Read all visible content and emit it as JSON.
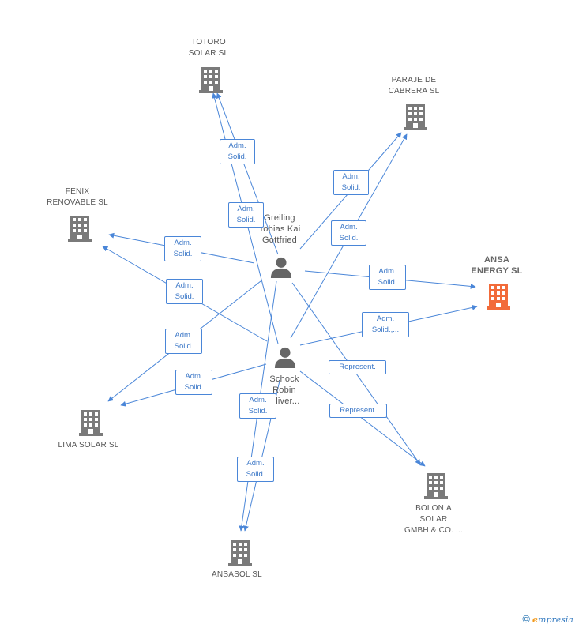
{
  "colors": {
    "edge": "#4a86d8",
    "company": "#7a7a7a",
    "company_main": "#f26b3a",
    "person": "#666666",
    "label_text": "#3b77c7"
  },
  "nodes": {
    "totoro": {
      "name": "TOTORO\nSOLAR SL",
      "icon": "building-icon"
    },
    "paraje": {
      "name": "PARAJE DE\nCABRERA SL",
      "icon": "building-icon"
    },
    "fenix": {
      "name": "FENIX\nRENOVABLE SL",
      "icon": "building-icon"
    },
    "ansa": {
      "name": "ANSA\nENERGY SL",
      "icon": "building-icon"
    },
    "lima": {
      "name": "LIMA SOLAR SL",
      "icon": "building-icon"
    },
    "bolonia": {
      "name": "BOLONIA\nSOLAR\nGMBH & CO. ...",
      "icon": "building-icon"
    },
    "ansasol": {
      "name": "ANSASOL SL",
      "icon": "building-icon"
    },
    "greiling": {
      "name": "Greiling\nTobias Kai\nGottfried",
      "icon": "person-icon"
    },
    "schock": {
      "name": "Schock\nRobin\nOliver...",
      "icon": "person-icon"
    }
  },
  "relations": [
    {
      "id": "r1",
      "text": "Adm.\nSolid."
    },
    {
      "id": "r2",
      "text": "Adm.\nSolid."
    },
    {
      "id": "r3",
      "text": "Adm.\nSolid."
    },
    {
      "id": "r4",
      "text": "Adm.\nSolid."
    },
    {
      "id": "r5",
      "text": "Adm.\nSolid."
    },
    {
      "id": "r6",
      "text": "Adm.\nSolid."
    },
    {
      "id": "r7",
      "text": "Adm.\nSolid."
    },
    {
      "id": "r8",
      "text": "Adm.\nSolid.,..."
    },
    {
      "id": "r9",
      "text": "Adm.\nSolid."
    },
    {
      "id": "r10",
      "text": "Adm.\nSolid."
    },
    {
      "id": "r11",
      "text": "Represent."
    },
    {
      "id": "r12",
      "text": "Represent."
    },
    {
      "id": "r13",
      "text": "Adm.\nSolid."
    },
    {
      "id": "r14",
      "text": "Adm.\nSolid."
    }
  ],
  "footer": {
    "copyright": "©",
    "brand_e": "e",
    "brand_rest": "mpresia"
  }
}
